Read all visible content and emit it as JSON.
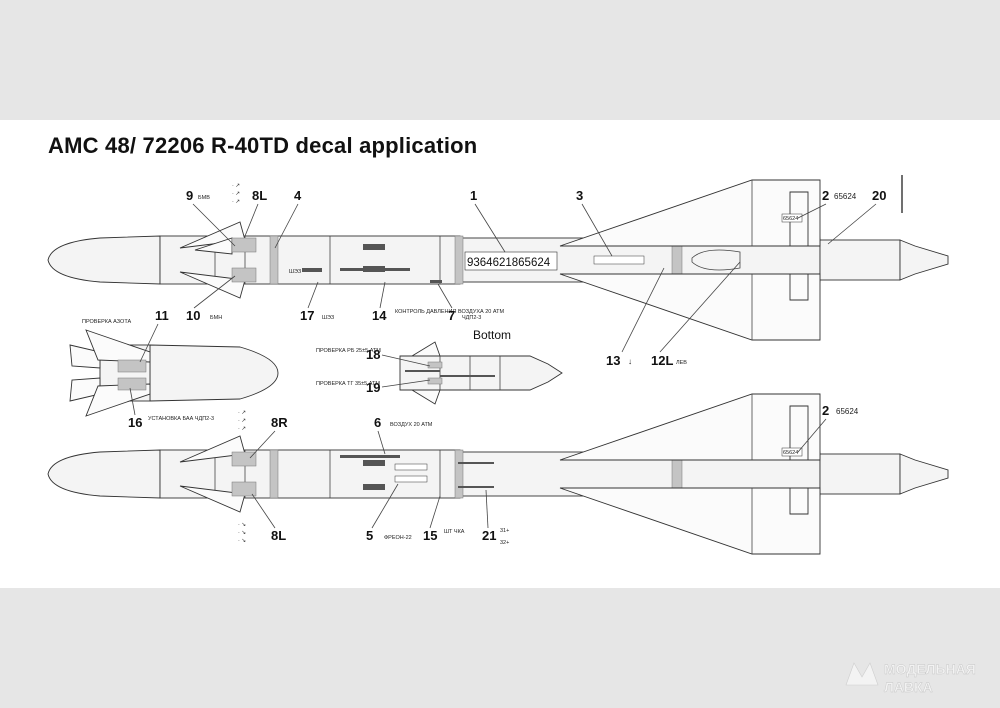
{
  "title": "AMC 48/ 72206 R-40TD decal application",
  "bottom_label": "Bottom",
  "serial_number": "9364621865624",
  "small_serial": "65624",
  "callouts": {
    "c9": "9",
    "c9_sub": "БМВ",
    "c8L_top": "8L",
    "c4": "4",
    "c1": "1",
    "c3": "3",
    "c2_top": "2",
    "c2_top_sub": "65624",
    "c20": "20",
    "c10": "10",
    "c10_sub": "БМН",
    "c17": "17",
    "c17_sub": "ШЭЗ",
    "c14": "14",
    "c14_sub": "КОНТРОЛЬ ДАВЛЕНИЯ ВОЗДУХА 20 АТМ",
    "c7": "7",
    "c7_sub": "ЧДП2-3",
    "c11": "11",
    "c11_sub": "ПРОВЕРКА АЗОТА",
    "c13": "13",
    "c12L": "12L",
    "c12L_sub": "ЛЕВ",
    "c18": "18",
    "c18_sub": "ПРОВЕРКА РБ 25±5 АТМ",
    "c19": "19",
    "c19_sub": "ПРОВЕРКА ТГ 35±5 АТМ",
    "c16": "16",
    "c16_sub": "УСТАНОВКА БАА ЧДП2-3",
    "c8R": "8R",
    "c6": "6",
    "c6_sub": "ВОЗДУХ 20 АТМ",
    "c2_bot": "2",
    "c2_bot_sub": "65624",
    "c5": "5",
    "c5_sub": "ФРЕОН-22",
    "c15": "15",
    "c15_sub": "ШТ ЧКА",
    "c21": "21",
    "c21_sub1": "31+",
    "c21_sub2": "32+",
    "c8L_bot": "8L"
  },
  "watermark": {
    "line1": "МОДЕЛЬНАЯ",
    "line2": "ЛАВКА"
  },
  "colors": {
    "page_bg": "#e6e6e6",
    "sheet_bg": "#ffffff",
    "ink": "#111111"
  }
}
